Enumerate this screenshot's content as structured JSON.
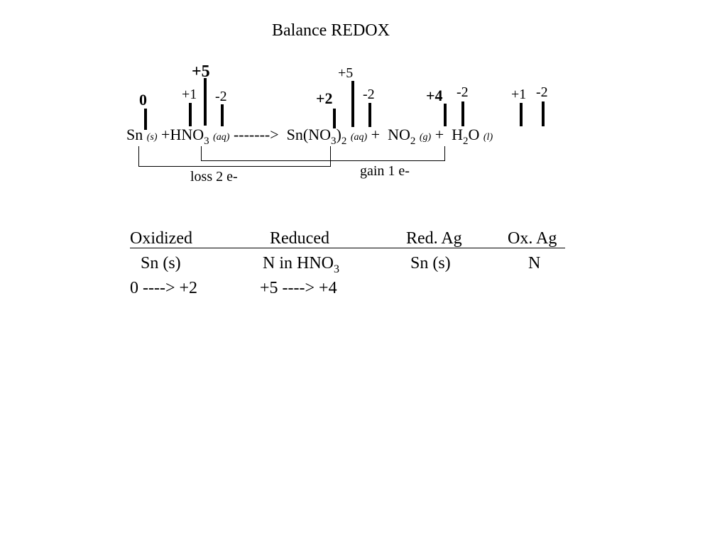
{
  "title": "Balance REDOX",
  "oxidation_numbers": {
    "sn_reactant": "0",
    "h_in_hno3": "+1",
    "n_in_hno3": "+5",
    "o_in_hno3": "-2",
    "sn_product": "+2",
    "n_in_nitrate": "+5",
    "o_in_nitrate": "-2",
    "n_in_no2": "+4",
    "o_in_no2": "-2",
    "h_in_h2o": "+1",
    "o_in_h2o": "-2"
  },
  "equation": {
    "sn": "Sn",
    "sn_phase": "(s)",
    "plus1": "+",
    "hno3_main": "HNO",
    "hno3_sub": "3",
    "hno3_phase": "(aq)",
    "arrow": "------->",
    "snno3_a": "Sn(NO",
    "snno3_sub1": "3",
    "snno3_b": ")",
    "snno3_sub2": "2",
    "snno3_phase": "(aq)",
    "plus2": "+",
    "no2_main": "NO",
    "no2_sub": "2",
    "no2_phase": "(g)",
    "plus3": "+",
    "h2o_h": "H",
    "h2o_sub": "2",
    "h2o_o": "O",
    "h2o_phase": "(l)"
  },
  "brackets": {
    "loss_label": "loss 2 e-",
    "gain_label": "gain 1 e-"
  },
  "table": {
    "headers": [
      "Oxidized",
      "Reduced",
      "Red. Ag",
      "Ox. Ag"
    ],
    "row1": {
      "oxidized": "Sn (s)",
      "reduced_main": "N in HNO",
      "reduced_sub": "3",
      "red_ag": "Sn (s)",
      "ox_ag": "N"
    },
    "row2": {
      "oxidized": "0 ----> +2",
      "reduced": "+5 ----> +4"
    }
  }
}
